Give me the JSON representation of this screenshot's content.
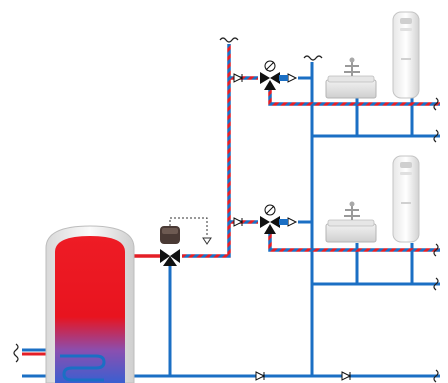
{
  "diagram": {
    "type": "hot-water-recirculation-schematic",
    "colors": {
      "supply_blue": "#1b6fc4",
      "hot_red": "#e41e26",
      "tank_hot": "#e8101b",
      "tank_cold": "#3a5fd0",
      "fixture_gray": "#d8d8d8",
      "valve_dark": "#1a1a1a",
      "valve_green": "#3c8a3c"
    },
    "components": [
      {
        "id": "storage-tank",
        "icon": "water-heater-tank-icon"
      },
      {
        "id": "mixing-valve",
        "icon": "three-way-mixing-valve-icon"
      },
      {
        "id": "valve-actuator",
        "icon": "actuator-motor-icon"
      },
      {
        "id": "temperature-sensor",
        "icon": "sensor-icon"
      },
      {
        "id": "floor-1-thermostatic-valve",
        "icon": "thermostatic-valve-icon"
      },
      {
        "id": "floor-2-thermostatic-valve",
        "icon": "thermostatic-valve-icon"
      },
      {
        "id": "floor-1-sink",
        "icon": "sink-faucet-icon"
      },
      {
        "id": "floor-2-sink",
        "icon": "sink-faucet-icon"
      },
      {
        "id": "floor-1-water-heater",
        "icon": "wall-heater-icon"
      },
      {
        "id": "floor-2-water-heater",
        "icon": "wall-heater-icon"
      },
      {
        "id": "bottom-check-valve-1",
        "icon": "check-valve-icon"
      },
      {
        "id": "bottom-check-valve-2",
        "icon": "check-valve-icon"
      }
    ]
  }
}
